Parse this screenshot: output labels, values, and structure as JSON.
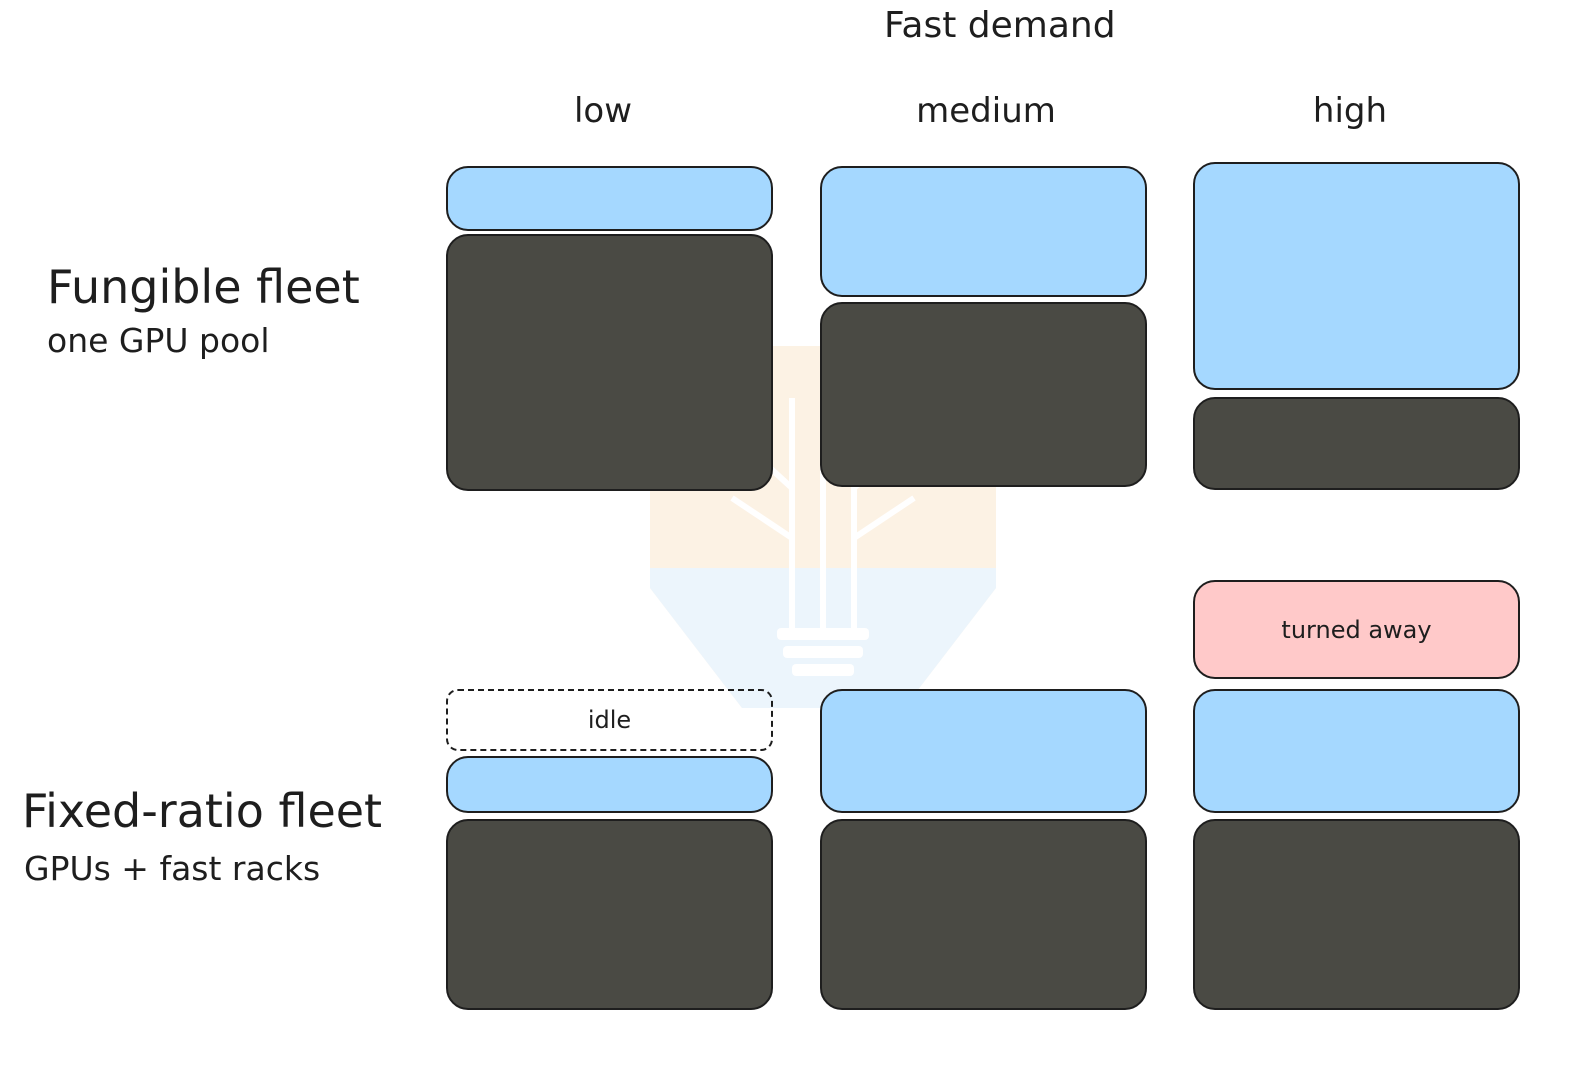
{
  "title": "Fast demand",
  "columns": [
    "low",
    "medium",
    "high"
  ],
  "rows": [
    {
      "name": "Fungible fleet",
      "subtitle": "one GPU pool"
    },
    {
      "name": "Fixed-ratio fleet",
      "subtitle": "GPUs + fast racks"
    }
  ],
  "labels": {
    "idle": "idle",
    "turned_away": "turned away"
  },
  "colors": {
    "fast": "#a5d8ff",
    "base": "#4a4a44",
    "rejected": "#ffc9c9",
    "outline": "#1e1e1e"
  }
}
